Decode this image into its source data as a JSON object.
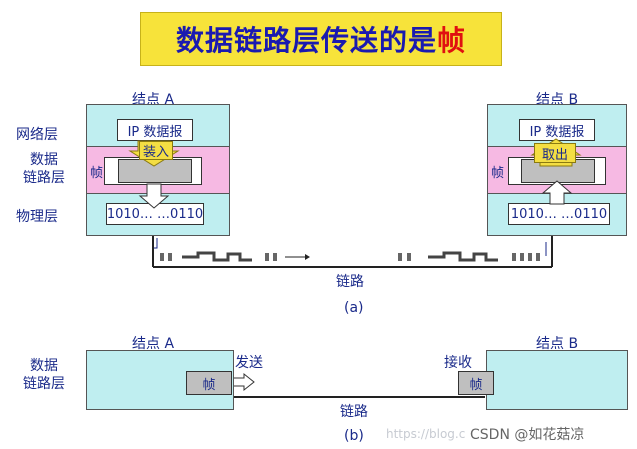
{
  "title": {
    "main": "数据链路层传送的是",
    "highlight": "帧"
  },
  "layers": {
    "network": "网络层",
    "datalink_line1": "数据",
    "datalink_line2": "链路层",
    "physical": "物理层"
  },
  "diagram_a": {
    "node_a_label": "结点 A",
    "node_b_label": "结点 B",
    "ip_datagram": "IP 数据报",
    "encapsulate": "装入",
    "extract": "取出",
    "frame": "帧",
    "bits": "1010…  …0110",
    "link": "链路",
    "caption": "(a)"
  },
  "diagram_b": {
    "node_a_label": "结点 A",
    "node_b_label": "结点 B",
    "frame": "帧",
    "send": "发送",
    "receive": "接收",
    "link": "链路",
    "caption": "(b)"
  },
  "watermark": {
    "url": "https://blog.c",
    "author": "CSDN @如花菇凉"
  },
  "colors": {
    "title_bg": "#f7e33a",
    "node_bg": "#bfeef0",
    "datalink_band": "#f6b9e3",
    "pill": "#f4de43",
    "text": "#1a2a8a",
    "highlight": "#e01010"
  }
}
